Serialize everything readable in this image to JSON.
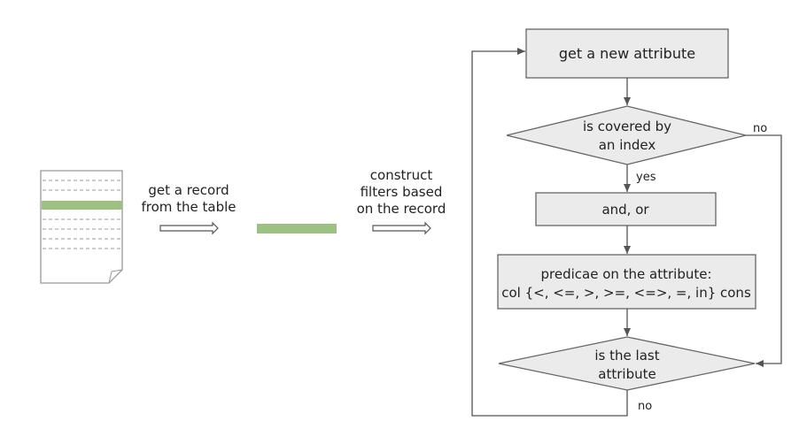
{
  "colors": {
    "record": "#9dc183",
    "node_fill": "#ebebeb",
    "stroke": "#555555"
  },
  "left": {
    "step1": [
      "get a record",
      "from the table"
    ],
    "step2": [
      "construct",
      "filters based",
      "on the record"
    ]
  },
  "flow": {
    "get_attr": "get a new attribute",
    "covered": [
      "is covered by",
      "an index"
    ],
    "yes": "yes",
    "no1": "no",
    "and_or": "and, or",
    "predicate": [
      "predicae on the attribute:",
      "col {<, <=, >, >=, <=>, =, in} cons"
    ],
    "last": [
      "is the last",
      "attribute"
    ],
    "no2": "no"
  }
}
